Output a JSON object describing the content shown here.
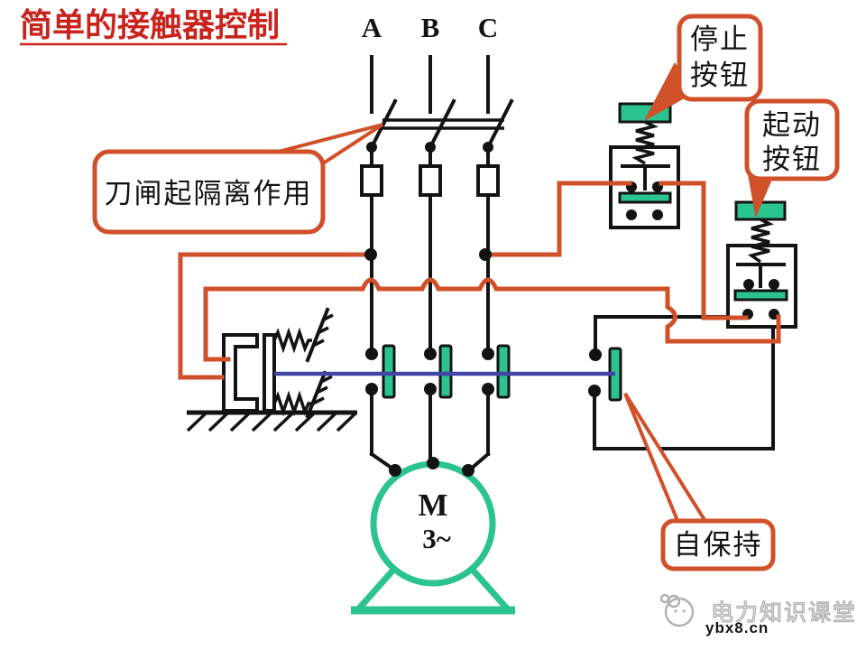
{
  "slide": {
    "title": "简单的接触器控制",
    "phases": [
      "A",
      "B",
      "C"
    ],
    "callouts": {
      "knife": "刀闸起隔离作用",
      "stop1": "停止",
      "stop2": "按钮",
      "start1": "起动",
      "start2": "按钮",
      "self_hold": "自保持"
    },
    "motor": {
      "letter": "M",
      "rating": "3~"
    },
    "watermark": {
      "brand": "电力知识课堂",
      "site": "ybx8.cn"
    },
    "colors": {
      "title": "#c8241d",
      "wire": "#d0502a",
      "green": "#2bc38f",
      "blue": "#4343a8",
      "ink": "#131313",
      "grey": "#b0b0b0"
    }
  }
}
